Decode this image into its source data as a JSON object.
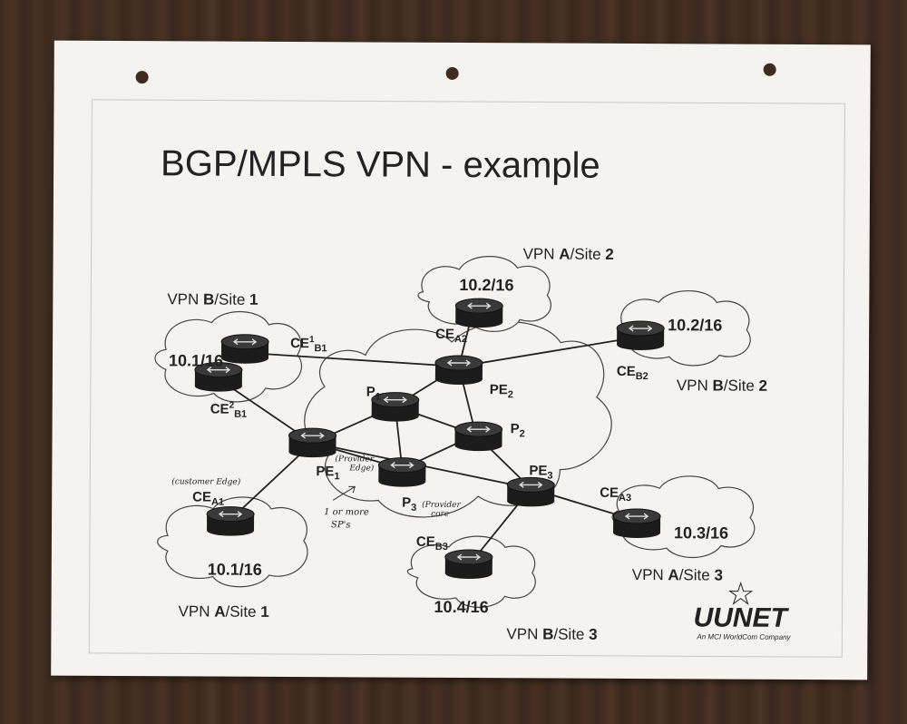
{
  "title": "BGP/MPLS VPN - example",
  "logo": {
    "name": "UUNET",
    "tagline": "An MCI WorldCom Company"
  },
  "sites": {
    "a_site2": {
      "prefix": "VPN ",
      "vpn": "A",
      "mid": "/Site ",
      "num": "2",
      "subnet": "10.2/16"
    },
    "b_site1": {
      "prefix": "VPN ",
      "vpn": "B",
      "mid": "/Site ",
      "num": "1",
      "subnet": "10.1/16"
    },
    "b_site2": {
      "prefix": "VPN ",
      "vpn": "B",
      "mid": "/Site ",
      "num": "2",
      "subnet": "10.2/16"
    },
    "a_site1": {
      "prefix": "VPN ",
      "vpn": "A",
      "mid": "/Site ",
      "num": "1",
      "subnet": "10.1/16"
    },
    "a_site3": {
      "prefix": "VPN ",
      "vpn": "A",
      "mid": "/Site ",
      "num": "3",
      "subnet": "10.3/16"
    },
    "b_site3": {
      "prefix": "VPN ",
      "vpn": "B",
      "mid": "/Site ",
      "num": "3",
      "subnet": "10.4/16"
    }
  },
  "routers": {
    "ce_b1_1": {
      "base": "CE",
      "sup": "1",
      "sub": "B1"
    },
    "ce_b1_2": {
      "base": "CE",
      "sup": "2",
      "sub": "B1"
    },
    "ce_a2": {
      "base": "CE",
      "sub": "A2"
    },
    "ce_b2": {
      "base": "CE",
      "sub": "B2"
    },
    "ce_a1": {
      "base": "CE",
      "sub": "A1"
    },
    "ce_a3": {
      "base": "CE",
      "sub": "A3"
    },
    "ce_b3": {
      "base": "CE",
      "sub": "B3"
    },
    "pe1": {
      "base": "PE",
      "sub": "1"
    },
    "pe2": {
      "base": "PE",
      "sub": "2"
    },
    "pe3": {
      "base": "PE",
      "sub": "3"
    },
    "p1": {
      "base": "P",
      "sub": "1"
    },
    "p2": {
      "base": "P",
      "sub": "2"
    },
    "p3": {
      "base": "P",
      "sub": "3"
    }
  },
  "annotations": {
    "customer_edge": "(customer Edge)",
    "provider_edge_1": "(Provider",
    "provider_edge_2": "Edge)",
    "provider_core_1": "(Provider",
    "provider_core_2": "core",
    "more_sps_1": "1 or more",
    "more_sps_2": "SP's"
  },
  "colors": {
    "paper": "#f4f3ef",
    "ink": "#222222",
    "router": "#2a2a2a",
    "wood": "#3d2a1e"
  }
}
